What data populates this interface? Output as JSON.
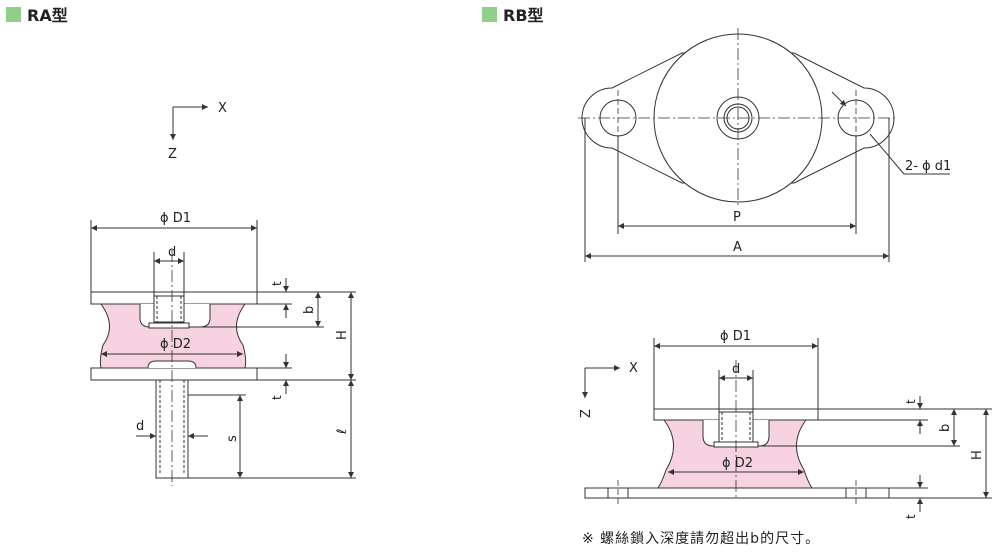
{
  "headers": {
    "ra_title": "RA型",
    "rb_title": "RB型"
  },
  "colors": {
    "marker_green": "#8fcf8a",
    "rubber_pink": "#f7d2e1",
    "line": "#333333"
  },
  "ra": {
    "axis_x": "X",
    "axis_z": "Z",
    "dim_d1": "ϕ D1",
    "dim_d_top": "d",
    "dim_d2": "ϕ D2",
    "dim_t_top": "t",
    "dim_b": "b",
    "dim_h": "H",
    "dim_t_bottom": "t",
    "dim_d_bolt": "d",
    "dim_s": "s",
    "dim_l": "ℓ"
  },
  "rb_top": {
    "dim_2d1": "2- ϕ d1",
    "dim_p": "P",
    "dim_a": "A"
  },
  "rb_side": {
    "axis_x": "X",
    "axis_z": "Z",
    "dim_d1": "ϕ D1",
    "dim_d": "d",
    "dim_d2": "ϕ D2",
    "dim_t_top": "t",
    "dim_b": "b",
    "dim_h": "H",
    "dim_t_bottom": "t"
  },
  "note": "※ 螺絲鎖入深度請勿超出b的尺寸。"
}
